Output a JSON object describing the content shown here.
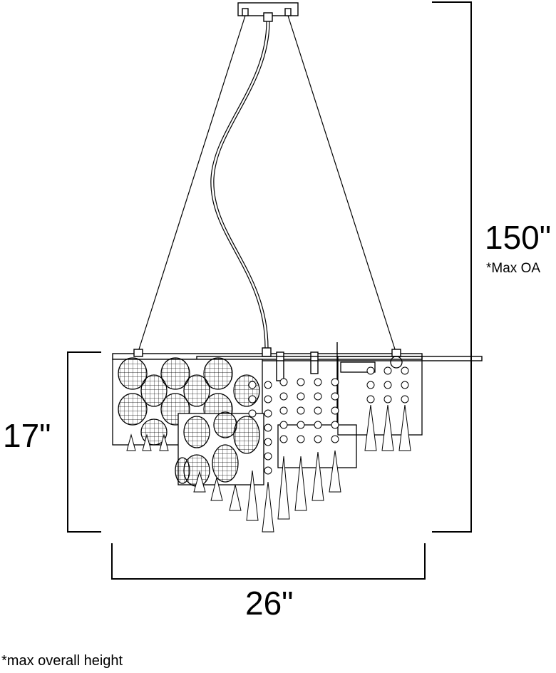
{
  "dimensions": {
    "overall_height": "150\"",
    "overall_height_note": "*Max OA",
    "fixture_height": "17\"",
    "fixture_width": "26\""
  },
  "footnote": "*max overall height",
  "colors": {
    "line": "#000000",
    "background": "#ffffff"
  }
}
